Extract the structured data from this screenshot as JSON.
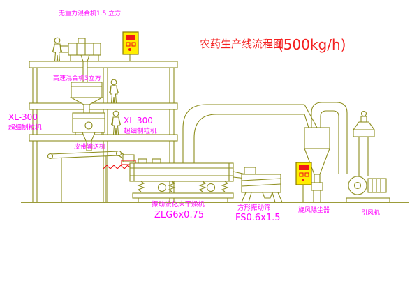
{
  "title": {
    "text": "农药生产线流程图",
    "capacity": "(500kg/h)"
  },
  "labels": {
    "top_mixer": "无重力混合机1.5 立方",
    "high_speed_mixer": "高速混合机3立方",
    "granulator_left": {
      "model": "XL-300",
      "name": "超细制粒机"
    },
    "granulator_mid": {
      "model": "XL-300",
      "name": "超细制粒机"
    },
    "belt_conveyor": "皮带输送机",
    "dryer": {
      "name": "振动流化床干燥机",
      "model": "ZLG6x0.75"
    },
    "sieve": {
      "name": "方形振动筛",
      "model": "FS0.6x1.5"
    },
    "cyclone": "旋风除尘器",
    "fan": "引风机"
  },
  "colors": {
    "line": "#8e8e1e",
    "label": "#ff00ff",
    "title": "#f42020",
    "panel_fill": "#ffee00",
    "accent": "#f01818",
    "background": "#ffffff"
  }
}
